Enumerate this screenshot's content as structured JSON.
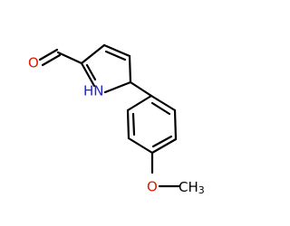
{
  "molecule": {
    "colors": {
      "bond": "#000000",
      "oxygen": "#e01a00",
      "nitrogen": "#2323c8",
      "carbon": "#000000"
    },
    "labels": {
      "aldehyde_oxygen": "O",
      "pyrrole_nh": "HN",
      "ether_oxygen": "O",
      "methyl": "CH",
      "methyl_subscript": "3"
    }
  }
}
